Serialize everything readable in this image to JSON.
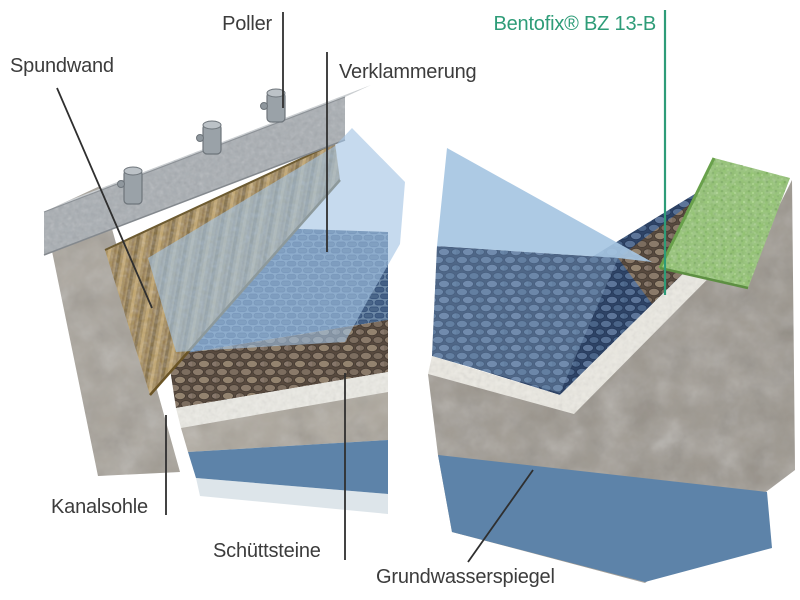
{
  "labels": {
    "poller": "Poller",
    "spundwand": "Spundwand",
    "verklammerung": "Verklammerung",
    "bentofix": "Bentofix® BZ 13-B",
    "kanalsohle": "Kanalsohle",
    "schuettsteine": "Schüttsteine",
    "grundwasserspiegel": "Grundwasserspiegel"
  },
  "colors": {
    "accent_green": "#2E9C78",
    "label_text": "#3C3C3C",
    "water": "#A6C5E2",
    "groundwater": "#5D83A9",
    "grass": "#93C56F",
    "sheet_pile": "#A98F58",
    "concrete_cap": "#A9AEB3",
    "soil": "#9D978E",
    "riprap_stones": "#6F6054",
    "revetment_mat": "#647F9D",
    "liner_white": "#ECEAE3"
  }
}
